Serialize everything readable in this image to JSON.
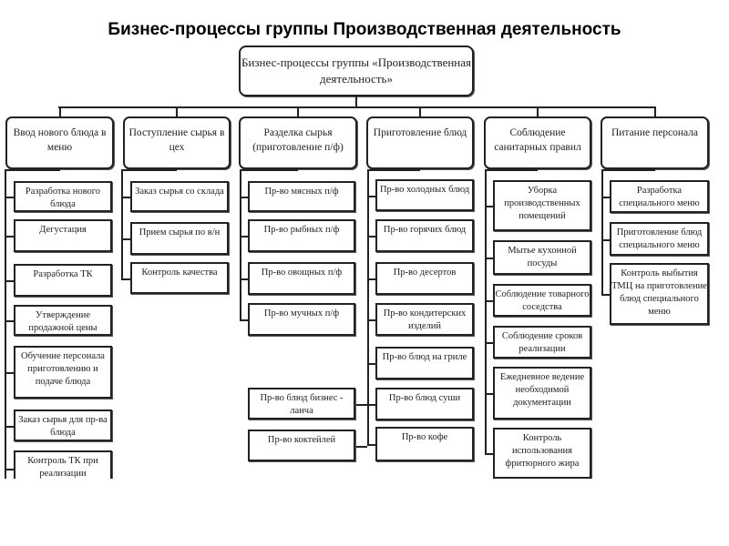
{
  "title": "Бизнес-процессы группы Производственная деятельность",
  "root": "Бизнес-процессы группы «Производственная деятельность»",
  "columns": [
    {
      "label": "Ввод нового блюда в меню",
      "items": [
        "Разработка нового блюда",
        "Дегустация",
        "Разработка ТК",
        "Утверждение продажной цены",
        "Обучение персонала приготовлению и подаче блюда",
        "Заказ сырья для пр-ва блюда",
        "Контроль ТК при реализации"
      ]
    },
    {
      "label": "Поступление сырья в цех",
      "items": [
        "Заказ сырья со склада",
        "Прием сырья по в/н",
        "Контроль качества"
      ]
    },
    {
      "label": "Разделка сырья (приготовление п/ф)",
      "items": [
        "Пр-во мясных п/ф",
        "Пр-во рыбных п/ф",
        "Пр-во овощных п/ф",
        "Пр-во мучных п/ф",
        "Пр-во блюд бизнес - ланча",
        "Пр-во коктейлей"
      ]
    },
    {
      "label": "Приготовление блюд",
      "items": [
        "Пр-во холодных блюд",
        "Пр-во горячих блюд",
        "Пр-во десертов",
        "Пр-во кондитерских изделий",
        "Пр-во блюд на гриле",
        "Пр-во блюд суши",
        "Пр-во кофе"
      ]
    },
    {
      "label": "Соблюдение санитарных правил",
      "items": [
        "Уборка производственных помещений",
        "Мытье кухонной посуды",
        "Соблюдение товарного соседства",
        "Соблюдение сроков реализации",
        "Ежедневное ведение необходимой документации",
        "Контроль использования фритюрного жира"
      ]
    },
    {
      "label": "Питание персонала",
      "items": [
        "Разработка специального меню",
        "Приготовление блюд специального меню",
        "Контроль выбытия ТМЦ на приготовление блюд специального меню"
      ]
    }
  ]
}
